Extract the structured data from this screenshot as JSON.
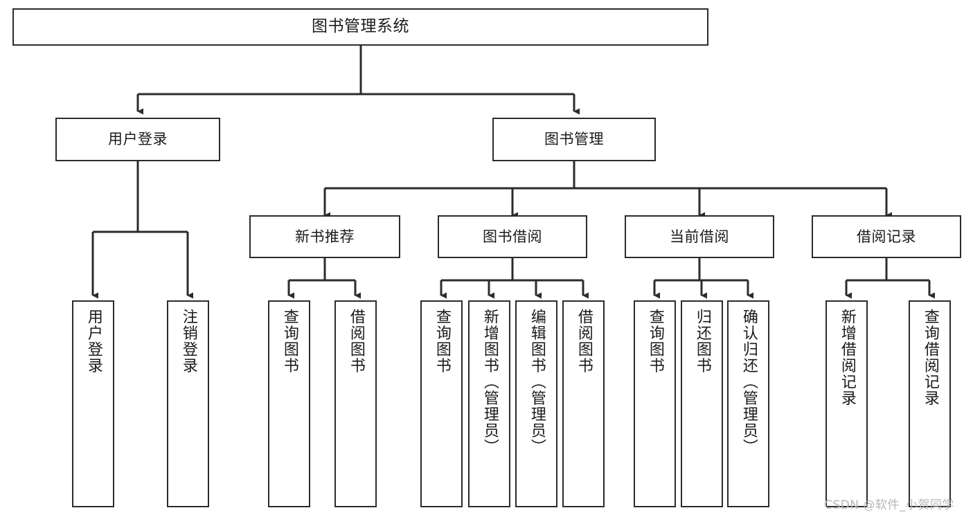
{
  "diagram": {
    "title": "图书管理系统",
    "watermark": "CSDN @软件_小贺同学",
    "colors": {
      "line": "#2b2b2b",
      "box_fill": "#ffffff",
      "text": "#1a1a1a",
      "background": "#ffffff",
      "watermark": "#b7b7b7"
    },
    "nodes": {
      "root": {
        "label": "图书管理系统"
      },
      "level2": [
        {
          "label": "用户登录"
        },
        {
          "label": "图书管理"
        }
      ],
      "level3": [
        {
          "label": "新书推荐"
        },
        {
          "label": "图书借阅"
        },
        {
          "label": "当前借阅"
        },
        {
          "label": "借阅记录"
        }
      ],
      "leaves": [
        {
          "label": "用户登录"
        },
        {
          "label": "注销登录"
        },
        {
          "label": "查询图书"
        },
        {
          "label": "借阅图书"
        },
        {
          "label": "查询图书"
        },
        {
          "label": "新增图书（管理员）"
        },
        {
          "label": "编辑图书（管理员）"
        },
        {
          "label": "借阅图书"
        },
        {
          "label": "查询图书"
        },
        {
          "label": "归还图书"
        },
        {
          "label": "确认归还（管理员）"
        },
        {
          "label": "新增借阅记录"
        },
        {
          "label": "查询借阅记录"
        }
      ]
    }
  }
}
